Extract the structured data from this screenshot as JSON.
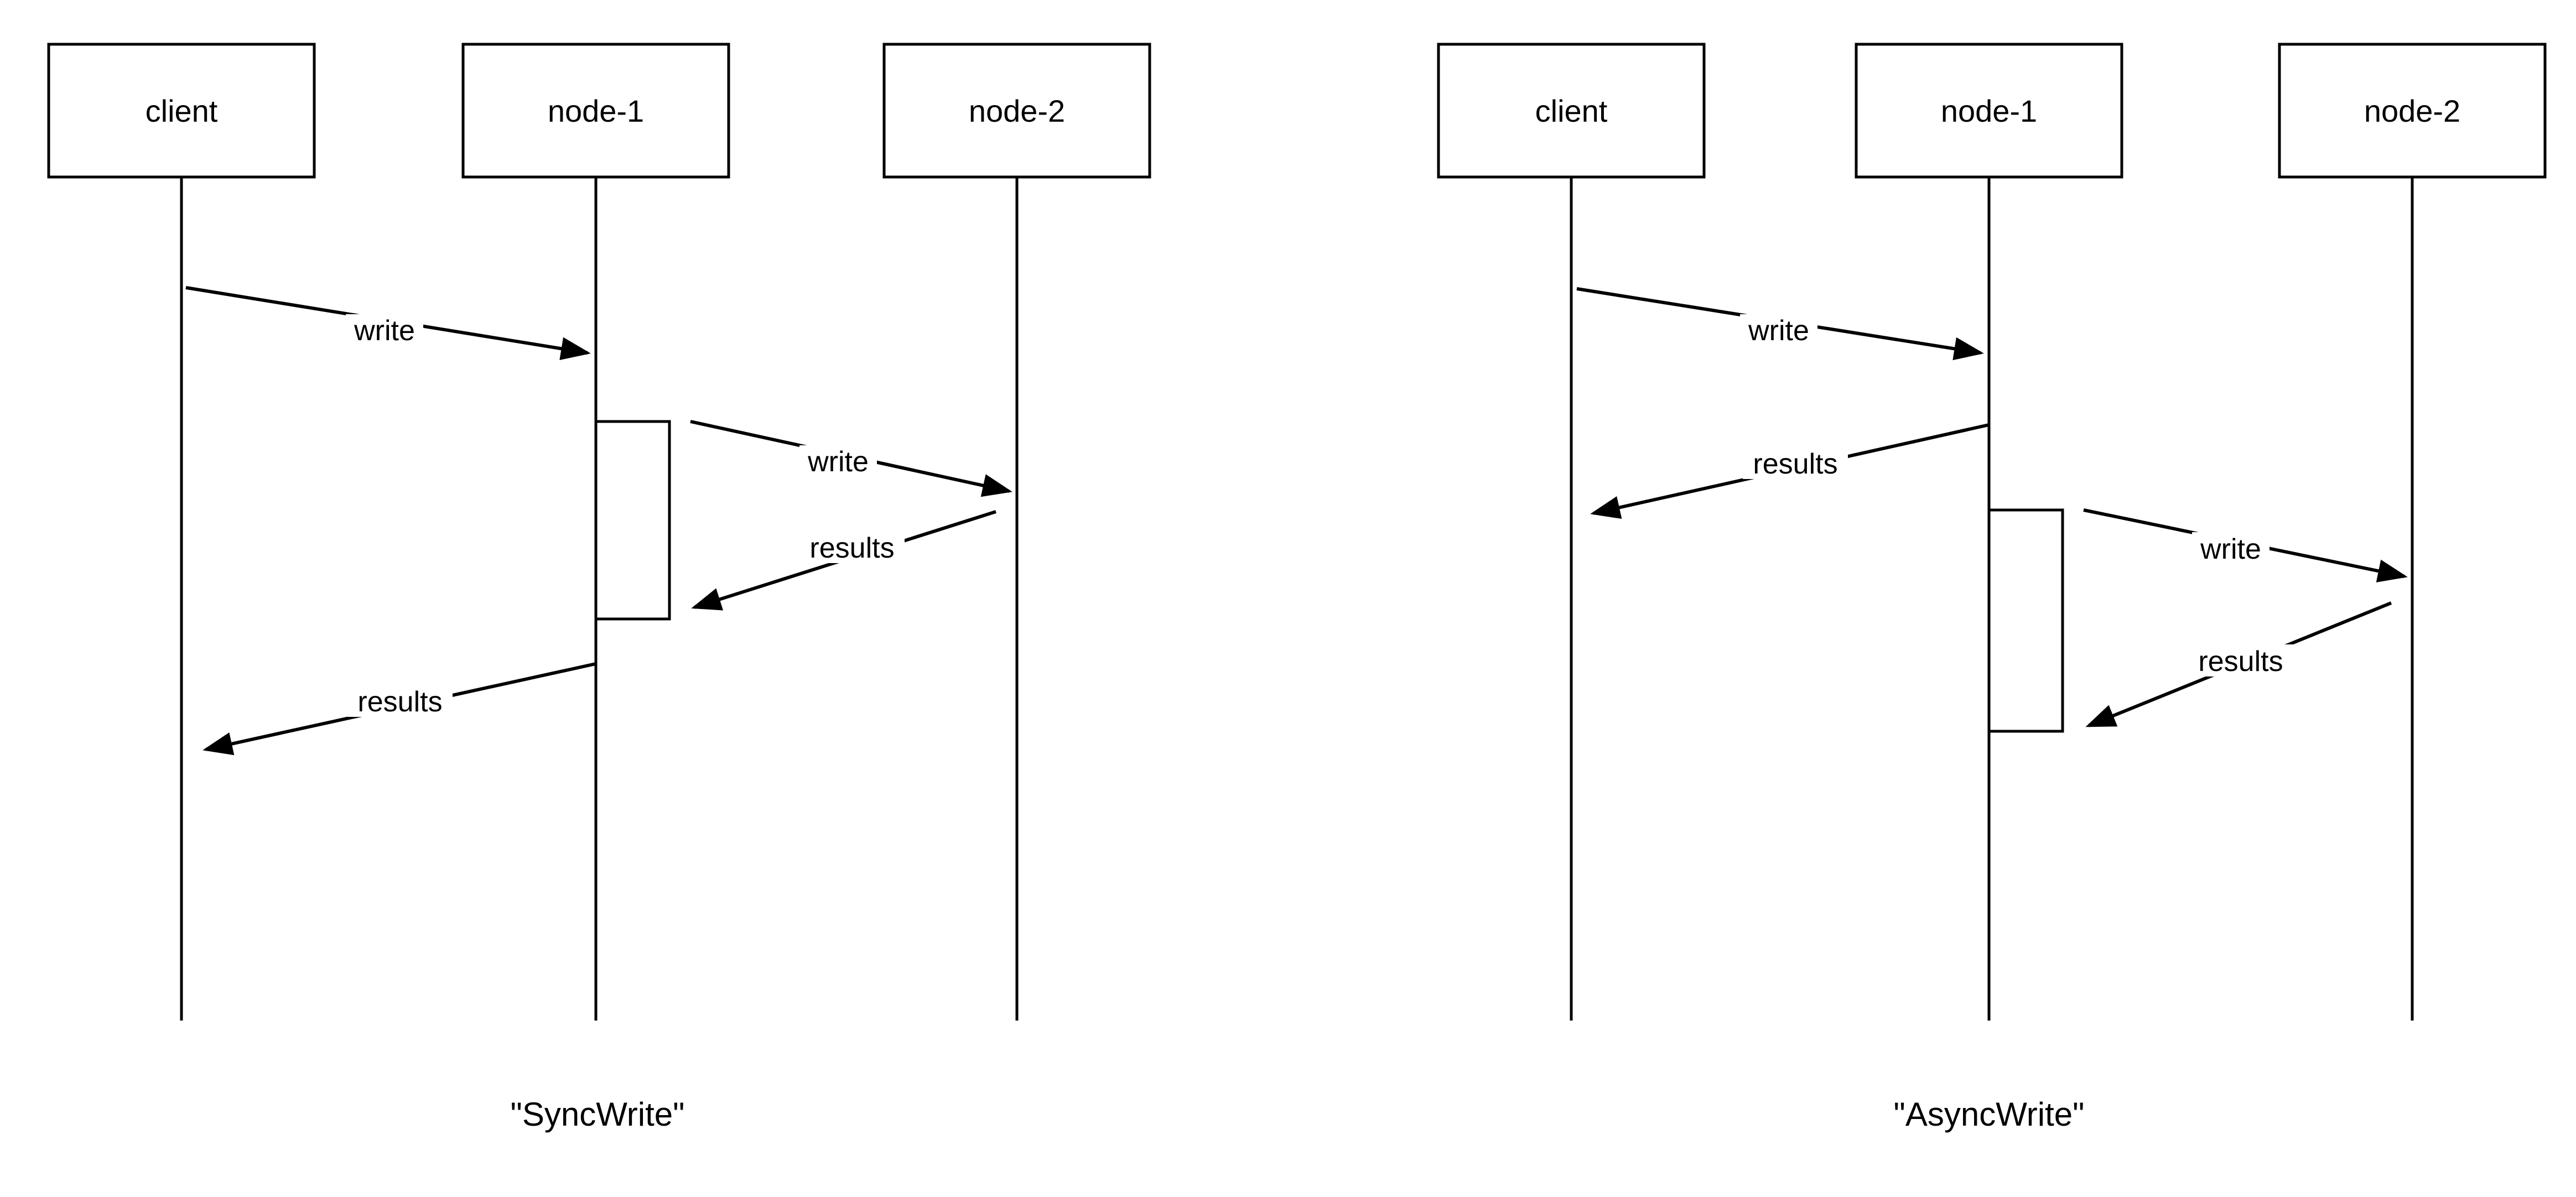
{
  "page": {
    "background_color": "#ffffff",
    "line_color": "#000000",
    "text_color": "#000000"
  },
  "diagrams": [
    {
      "caption": "\"SyncWrite\"",
      "actors": [
        {
          "label": "client"
        },
        {
          "label": "node-1"
        },
        {
          "label": "node-2"
        }
      ],
      "messages": [
        {
          "label": "write",
          "from": "client",
          "to": "node-1"
        },
        {
          "label": "write",
          "from": "node-1",
          "to": "node-2"
        },
        {
          "label": "results",
          "from": "node-2",
          "to": "node-1"
        },
        {
          "label": "results",
          "from": "node-1",
          "to": "client"
        }
      ]
    },
    {
      "caption": "\"AsyncWrite\"",
      "actors": [
        {
          "label": "client"
        },
        {
          "label": "node-1"
        },
        {
          "label": "node-2"
        }
      ],
      "messages": [
        {
          "label": "write",
          "from": "client",
          "to": "node-1"
        },
        {
          "label": "results",
          "from": "node-1",
          "to": "client"
        },
        {
          "label": "write",
          "from": "node-1",
          "to": "node-2"
        },
        {
          "label": "results",
          "from": "node-2",
          "to": "node-1"
        }
      ]
    }
  ]
}
